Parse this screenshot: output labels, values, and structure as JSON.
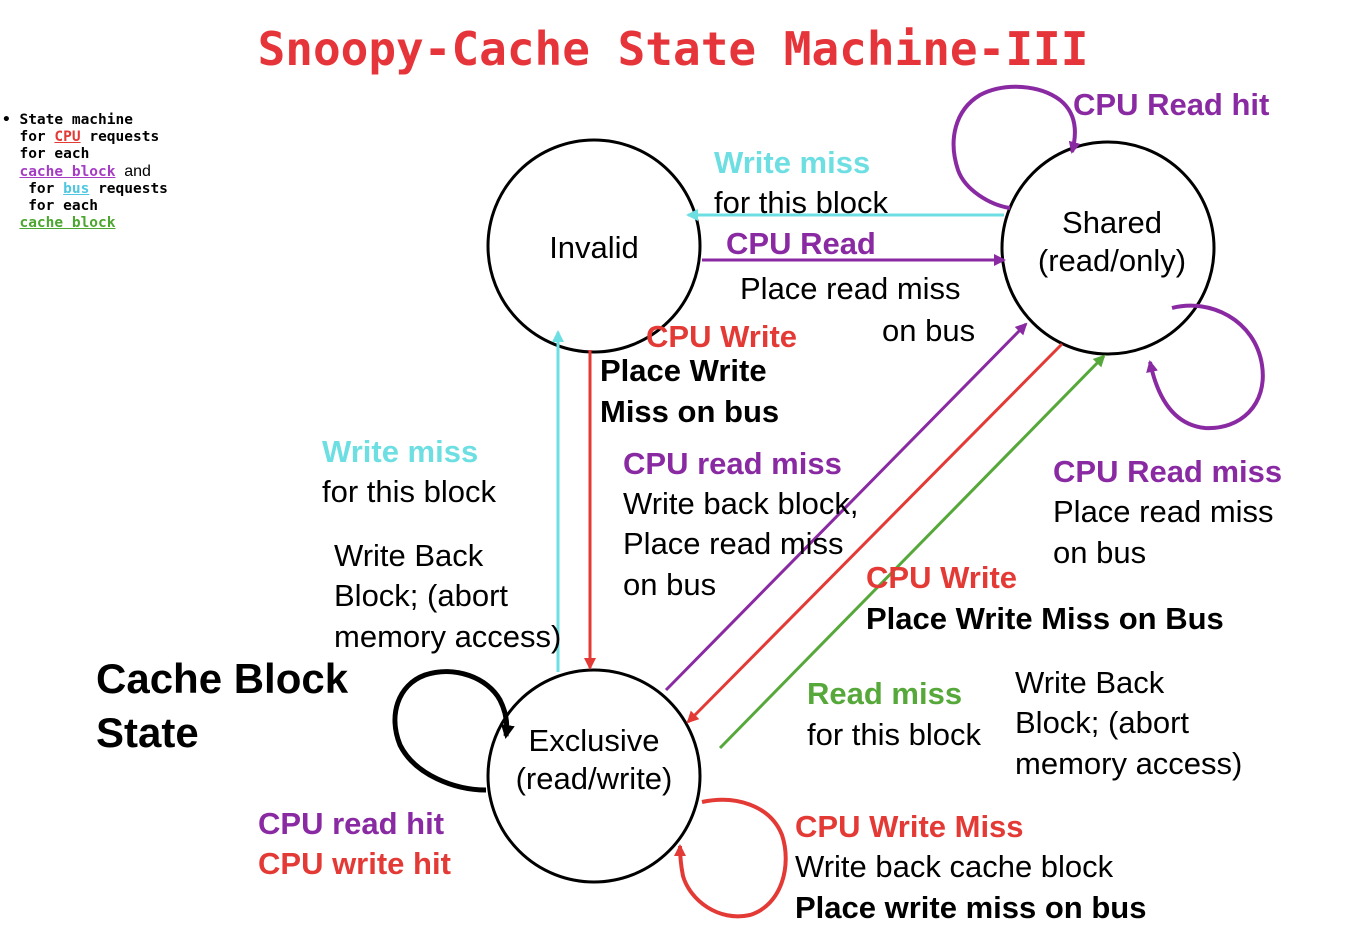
{
  "title": "Snoopy-Cache State Machine-III",
  "legend": {
    "bullet": "•",
    "line1": "State machine",
    "line2_pre": "for",
    "line2_cpu": "CPU",
    "line2_post": "requests",
    "line3": "for each",
    "line4_block": "cache block",
    "line4_post": "and",
    "line5_pre": "for",
    "line5_bus": "bus",
    "line5_post": "requests",
    "line6": "for each",
    "line7_block": "cache block"
  },
  "states": {
    "invalid": "Invalid",
    "shared_1": "Shared",
    "shared_2": "(read/only)",
    "exclusive_1": "Exclusive",
    "exclusive_2": "(read/write)"
  },
  "cache_block_state": {
    "line1": "Cache Block",
    "line2": "State"
  },
  "labels": {
    "cpu_read_hit_shared": "CPU Read hit",
    "write_miss_top_1": "Write miss",
    "write_miss_top_2": "for this block",
    "cpu_read": "CPU Read",
    "place_read_miss_1": "Place read miss",
    "place_read_miss_2": "on bus",
    "cpu_write_top": "CPU Write",
    "place_write_miss_1": "Place Write",
    "place_write_miss_2": "Miss on bus",
    "write_miss_left_1": "Write miss",
    "write_miss_left_2": "for this block",
    "write_back_left_1": "Write Back",
    "write_back_left_2": "Block; (abort",
    "write_back_left_3": "memory access)",
    "cpu_read_miss_mid": "CPU read miss",
    "cpu_read_miss_mid_2": "Write back block,",
    "cpu_read_miss_mid_3": "Place read miss",
    "cpu_read_miss_mid_4": "on bus",
    "cpu_read_miss_right": "CPU Read miss",
    "cpu_read_miss_right_2": "Place read miss",
    "cpu_read_miss_right_3": "on bus",
    "cpu_write_right": "CPU Write",
    "place_write_miss_bus": "Place Write Miss on Bus",
    "read_miss_1": "Read miss",
    "read_miss_2": "for this block",
    "write_back_right_1": "Write Back",
    "write_back_right_2": "Block; (abort",
    "write_back_right_3": "memory access)",
    "cpu_read_hit_excl": "CPU read hit",
    "cpu_write_hit_excl": "CPU write hit",
    "cpu_write_miss": "CPU Write Miss",
    "cpu_write_miss_2": "Write back cache block",
    "cpu_write_miss_3": "Place write miss on bus"
  },
  "colors": {
    "title": "#e6353a",
    "purple": "#8a2aa3",
    "red": "#e33a36",
    "cyan": "#6ddfe3",
    "green": "#57a83b"
  }
}
